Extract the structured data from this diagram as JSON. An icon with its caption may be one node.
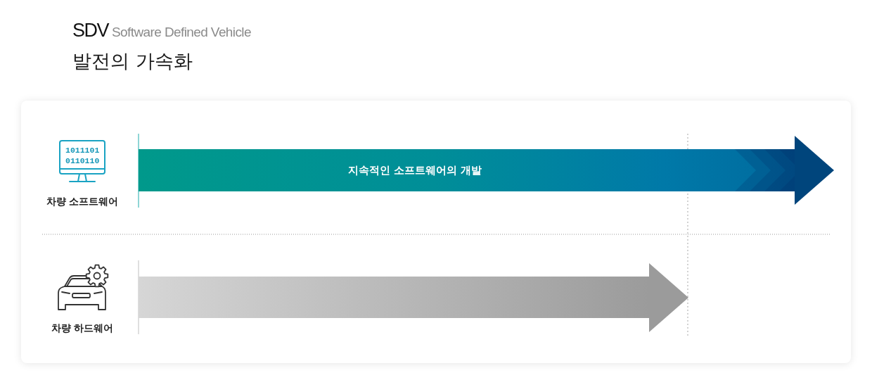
{
  "diagram": {
    "title": "SDV",
    "nodes": [
      {
        "text": [
          "차량 소프트웨어"
        ]
      },
      {
        "text": [
          "지속적인 소프트웨어의 개발"
        ]
      },
      {
        "text": [
          "차량 하드웨어"
        ]
      },
      {
        "text": [],
        "shape": "arrow"
      }
    ],
    "labels": [
      "Software Defined Vehicle",
      "발전의 가속화",
      "1011101 0110110"
    ]
  }
}
